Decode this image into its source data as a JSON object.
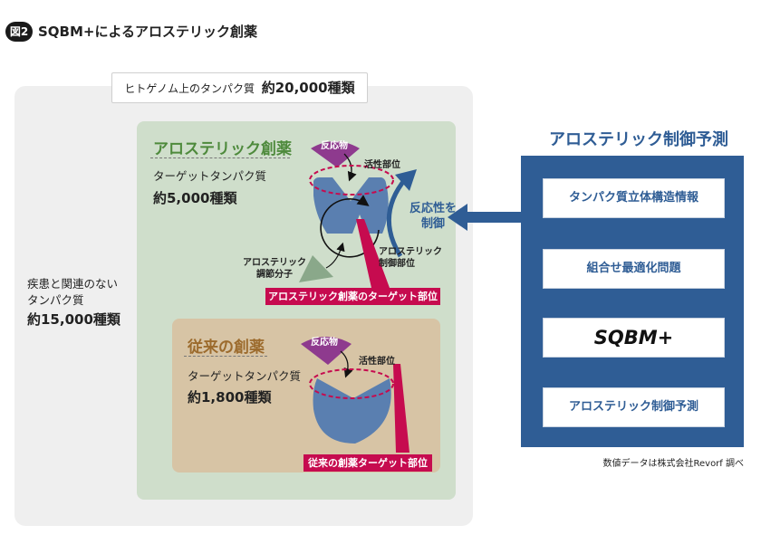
{
  "header": {
    "badge": "図2",
    "title": "SQBM+によるアロステリック創薬"
  },
  "human_genome": {
    "label": "ヒトゲノム上のタンパク質",
    "count": "約20,000種類"
  },
  "disease": {
    "label_line1": "疾患と関連のない",
    "label_line2": "タンパク質",
    "count": "約15,000種類"
  },
  "allosteric": {
    "title": "アロステリック創薬",
    "target_label": "ターゲットタンパク質",
    "target_count": "約5,000種類",
    "reactant": "反応物",
    "active_site": "活性部位",
    "modulator_line1": "アロステリック",
    "modulator_line2": "調節分子",
    "control_site_line1": "アロステリック",
    "control_site_line2": "制御部位",
    "reactivity_line1": "反応性を",
    "reactivity_line2": "制御",
    "target_site": "アロステリック創薬のターゲット部位"
  },
  "traditional": {
    "title": "従来の創薬",
    "target_label": "ターゲットタンパク質",
    "target_count": "約1,800種類",
    "reactant": "反応物",
    "active_site": "活性部位",
    "target_site": "従来の創薬ターゲット部位"
  },
  "prediction": {
    "title": "アロステリック制御予測",
    "steps": [
      "タンパク質立体構造情報",
      "組合せ最適化問題",
      "SQBM+",
      "アロステリック制御予測"
    ]
  },
  "source_note": "数値データは株式会社Revorf 調べ",
  "colors": {
    "allosteric_green": "#4e8a3c",
    "traditional_brown": "#9c6b2d",
    "protein_blue": "#5a7fb0",
    "reactant_purple": "#8e3a8e",
    "target_red": "#c60b4f",
    "panel_blue": "#2f5d95"
  }
}
